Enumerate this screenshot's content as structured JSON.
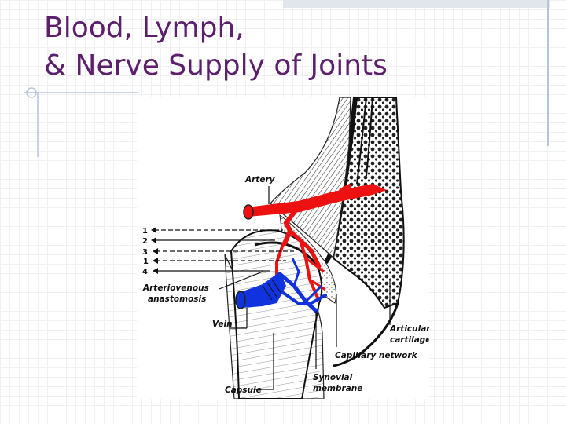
{
  "slide": {
    "title_line1": "Blood, Lymph,",
    "title_line2": "& Nerve Supply of Joints"
  },
  "figure": {
    "labels": {
      "artery": "Artery",
      "arteriovenous": "Arteriovenous",
      "anastomosis": "anastomosis",
      "vein": "Vein",
      "capsule": "Capsule",
      "synovial": "Synovial",
      "membrane": "membrane",
      "capillary_network": "Capillary network",
      "articular": "Articular",
      "cartilage": "cartilage"
    },
    "numbers": [
      "1",
      "2",
      "3",
      "1",
      "4"
    ],
    "colors": {
      "artery": "#ee1111",
      "vein": "#1133dd",
      "bone": "#222222",
      "text": "#111111"
    }
  },
  "theme": {
    "title_color": "#5b1f6b",
    "accent_line": "#b4c6dc"
  }
}
